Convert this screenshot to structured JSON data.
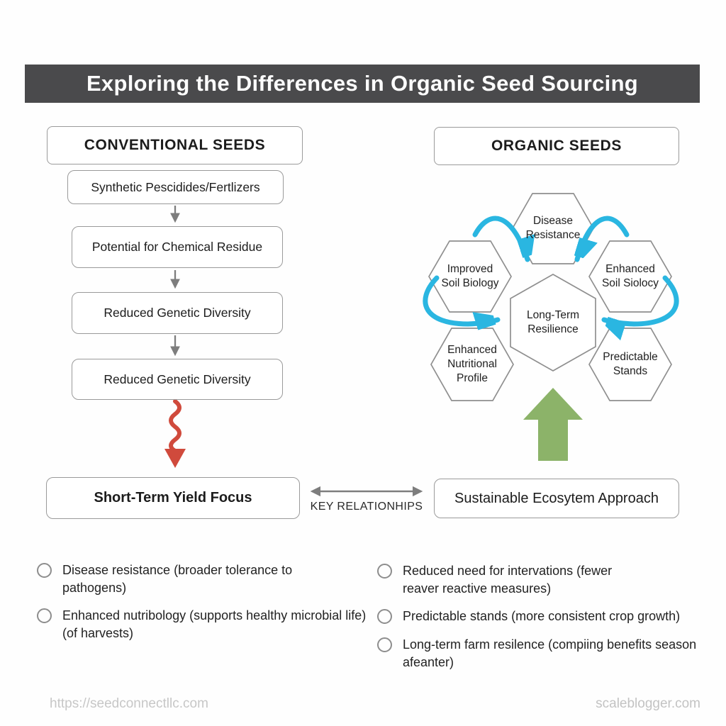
{
  "title": "Exploring the Differences in Organic Seed Sourcing",
  "conventional": {
    "header": "CONVENTIONAL SEEDS",
    "steps": [
      "Synthetic Pescidides/Fertlizers",
      "Potential for Chemical Residue",
      "Reduced Genetic Diversity",
      "Reduced Genetic Diversity"
    ],
    "outcome": "Short-Term Yield Focus"
  },
  "organic": {
    "header": "ORGANIC SEEDS",
    "hex_top": "Disease\nResistance",
    "hex_left": "Improved\nSoil Biology",
    "hex_right": "Enhanced\nSoil Siolocy",
    "hex_center": "Long-Term\nResilience",
    "hex_bottom_left": "Enhanced\nNutritional\nProfile",
    "hex_bottom_right": "Predictable\nStands",
    "outcome": "Sustainable Ecosytem Approach"
  },
  "relationship_label": "KEY RELATIONHIPS",
  "bullets": {
    "left": [
      "Disease resistance (broader tolerance to pathogens)",
      "Enhanced nutribology (supports healthy microbial life) (of harvests)"
    ],
    "right": [
      "Reduced need for intervations (fewer reaver reactive measures)",
      "Predictable stands (more consistent crop growth)",
      "Long-term farm resilence (compiing benefits season afeanter)"
    ]
  },
  "footer": {
    "left": "https://seedconnectllc.com",
    "right": "scaleblogger.com"
  },
  "colors": {
    "title_bg": "#4a4a4c",
    "arrow_blue": "#2ab6e1",
    "arrow_green": "#8cb369",
    "arrow_red": "#d04a3c",
    "border_gray": "#9a9a9a"
  }
}
